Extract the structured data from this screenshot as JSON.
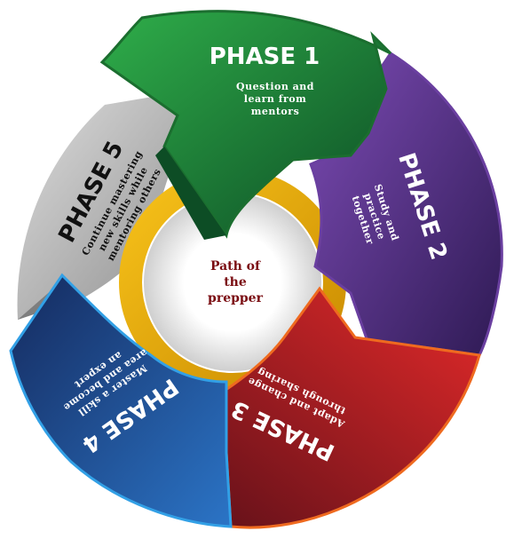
{
  "center": {
    "lines": [
      "Path of",
      "the",
      "prepper"
    ]
  },
  "phases": [
    {
      "title": "PHASE 1",
      "desc": [
        "Question and",
        "learn from",
        "mentors"
      ],
      "color": "#1f8f3a"
    },
    {
      "title": "PHASE 2",
      "desc": [
        "Study and",
        "practice",
        "together"
      ],
      "color": "#6a3fa0"
    },
    {
      "title": "PHASE 3",
      "desc": [
        "Adapt and change",
        "through sharing"
      ],
      "color": "#c62026"
    },
    {
      "title": "PHASE 4",
      "desc": [
        "Master a skill",
        "area and become",
        "an expert"
      ],
      "color": "#1e4f9a"
    },
    {
      "title": "PHASE 5",
      "desc": [
        "Continue mastering",
        "new skills while",
        "mentoring others"
      ],
      "color": "#b3b3b3"
    }
  ],
  "colors": {
    "inner_ring": "#f0b400",
    "center_text": "#7a0d12"
  }
}
